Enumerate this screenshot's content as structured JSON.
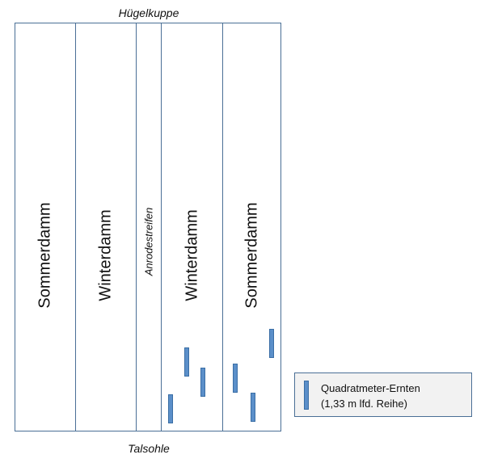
{
  "top_label": "Hügelkuppe",
  "bottom_label": "Talsohle",
  "strips": [
    {
      "label": "Sommerdamm"
    },
    {
      "label": "Winterdamm"
    },
    {
      "label": "Anrodestreifen"
    },
    {
      "label": "Winterdamm"
    },
    {
      "label": "Sommerdamm"
    }
  ],
  "legend": {
    "line1": "Quadratmeter-Ernten",
    "line2": "(1,33 m lfd. Reihe)"
  },
  "colors": {
    "border": "#4a6f96",
    "sample": "#5b8fc9"
  }
}
